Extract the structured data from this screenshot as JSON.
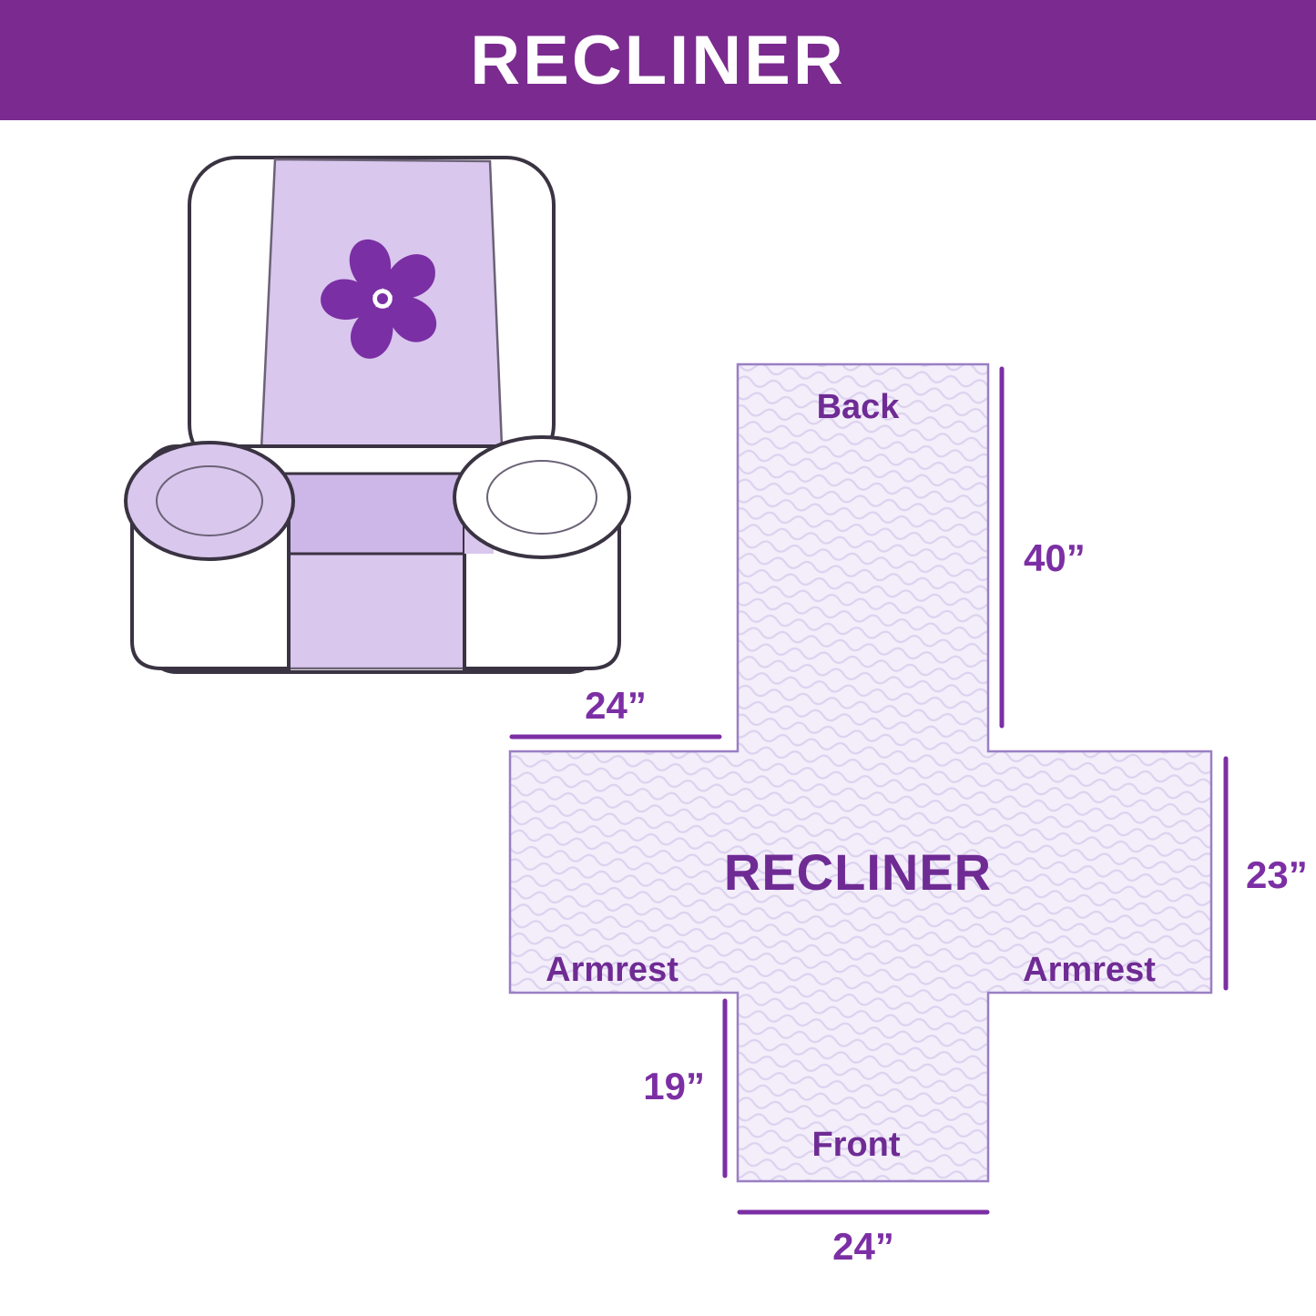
{
  "banner": {
    "title": "RECLINER"
  },
  "colors": {
    "banner_bg": "#7b2b8f",
    "label_purple": "#6f2b94",
    "dimension_purple": "#7c2fa4",
    "cover_light": "#f3eefa",
    "cover_texture": "#ddd2ef",
    "chair_cover_light": "#d9c7ee",
    "chair_cover_dark": "#cdb7e8",
    "chair_outline": "#3a3342"
  },
  "chair": {
    "description": "recliner armchair with quilted cover",
    "logo_icon": "pinwheel"
  },
  "layout_diagram": {
    "panels": {
      "back": "Back",
      "center": "RECLINER",
      "armrest_left": "Armrest",
      "armrest_right": "Armrest",
      "front": "Front"
    },
    "dimensions": {
      "back_height": "40”",
      "armrest_top_width": "24”",
      "armrest_side_depth": "23”",
      "front_panel_height": "19”",
      "front_width": "24”"
    }
  }
}
